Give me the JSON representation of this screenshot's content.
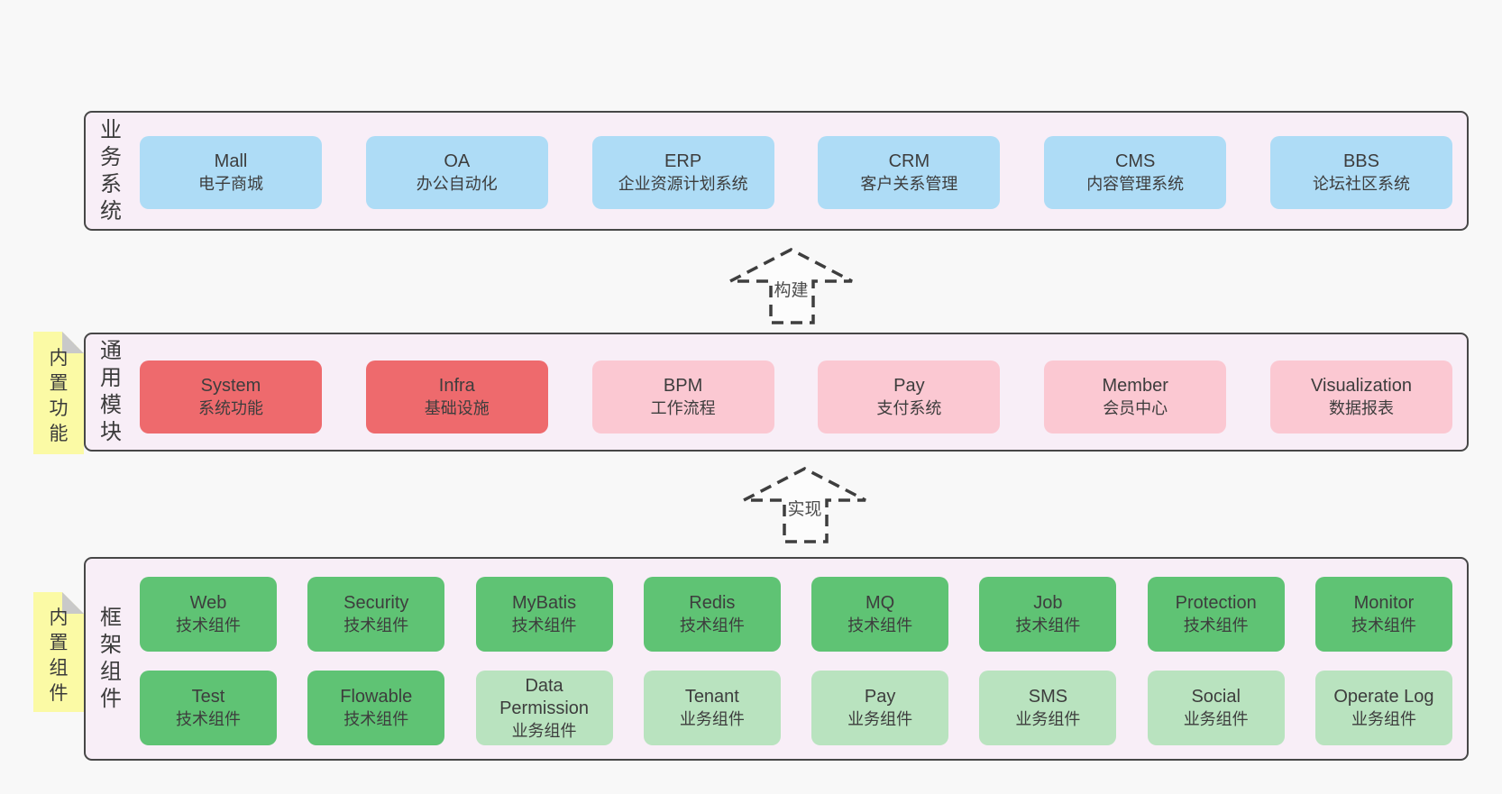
{
  "diagram_title": "",
  "colors": {
    "page_background": "#f8f8f8",
    "layer_background": "#f8eef7",
    "layer_border": "#474747",
    "business_box": "#aedcf6",
    "core_module_box": "#ee6a6d",
    "optional_module_box": "#fbc8d2",
    "tech_component_box": "#5fc374",
    "biz_component_box": "#b9e3bf",
    "sticky_tag": "#fbfaa5",
    "sticky_fold": "#c9c9c9",
    "arrow_dash": "#3e3e3e"
  },
  "arrows": [
    {
      "label": "构建"
    },
    {
      "label": "实现"
    }
  ],
  "layers": [
    {
      "label": "业务系统",
      "tag": null,
      "rows": [
        [
          {
            "name": "Mall",
            "sub": "电子商城"
          },
          {
            "name": "OA",
            "sub": "办公自动化"
          },
          {
            "name": "ERP",
            "sub": "企业资源计划系统"
          },
          {
            "name": "CRM",
            "sub": "客户关系管理"
          },
          {
            "name": "CMS",
            "sub": "内容管理系统"
          },
          {
            "name": "BBS",
            "sub": "论坛社区系统"
          }
        ]
      ]
    },
    {
      "label": "通用模块",
      "tag": "内置功能",
      "rows": [
        [
          {
            "name": "System",
            "sub": "系统功能"
          },
          {
            "name": "Infra",
            "sub": "基础设施"
          },
          {
            "name": "BPM",
            "sub": "工作流程"
          },
          {
            "name": "Pay",
            "sub": "支付系统"
          },
          {
            "name": "Member",
            "sub": "会员中心"
          },
          {
            "name": "Visualization",
            "sub": "数据报表"
          }
        ]
      ]
    },
    {
      "label": "框架组件",
      "tag": "内置组件",
      "rows": [
        [
          {
            "name": "Web",
            "sub": "技术组件"
          },
          {
            "name": "Security",
            "sub": "技术组件"
          },
          {
            "name": "MyBatis",
            "sub": "技术组件"
          },
          {
            "name": "Redis",
            "sub": "技术组件"
          },
          {
            "name": "MQ",
            "sub": "技术组件"
          },
          {
            "name": "Job",
            "sub": "技术组件"
          },
          {
            "name": "Protection",
            "sub": "技术组件"
          },
          {
            "name": "Monitor",
            "sub": "技术组件"
          }
        ],
        [
          {
            "name": "Test",
            "sub": "技术组件"
          },
          {
            "name": "Flowable",
            "sub": "技术组件"
          },
          {
            "name": "Data Permission",
            "sub": "业务组件"
          },
          {
            "name": "Tenant",
            "sub": "业务组件"
          },
          {
            "name": "Pay",
            "sub": "业务组件"
          },
          {
            "name": "SMS",
            "sub": "业务组件"
          },
          {
            "name": "Social",
            "sub": "业务组件"
          },
          {
            "name": "Operate Log",
            "sub": "业务组件"
          }
        ]
      ]
    }
  ]
}
